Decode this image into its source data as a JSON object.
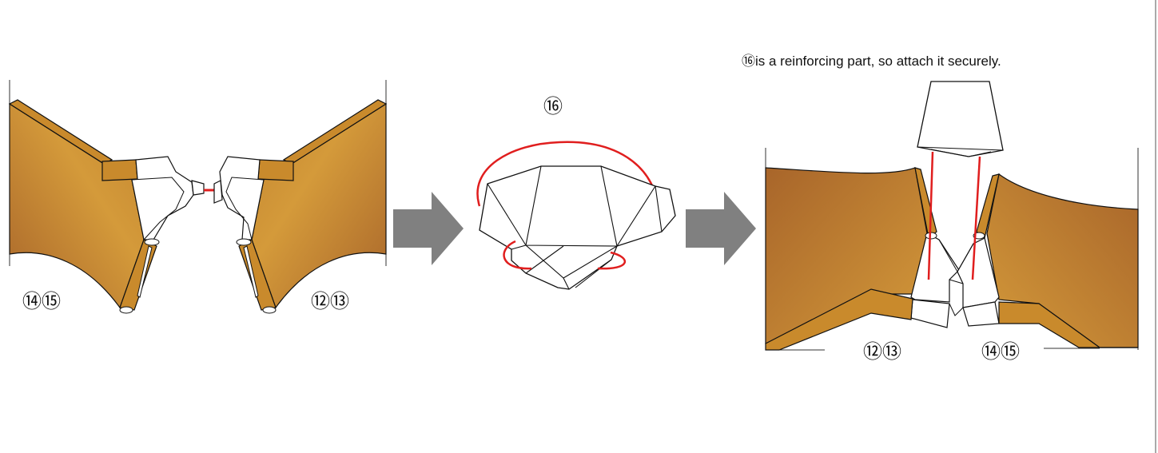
{
  "instruction_note": "⑯is a reinforcing part, so attach it securely.",
  "step1": {
    "left_part_label": "⑭⑮",
    "right_part_label": "⑫⑬"
  },
  "step2": {
    "part_label": "⑯"
  },
  "step3": {
    "left_part_label": "⑫⑬",
    "right_part_label": "⑭⑮"
  },
  "colors": {
    "body_light": "#d49a3a",
    "body_dark": "#a8652a",
    "tab_fill": "#c98a2c",
    "glue_line": "#e01e1e",
    "arrow_gray": "#808080",
    "outline": "#111111"
  },
  "icons": [
    "right-arrow-icon",
    "right-arrow-icon"
  ]
}
